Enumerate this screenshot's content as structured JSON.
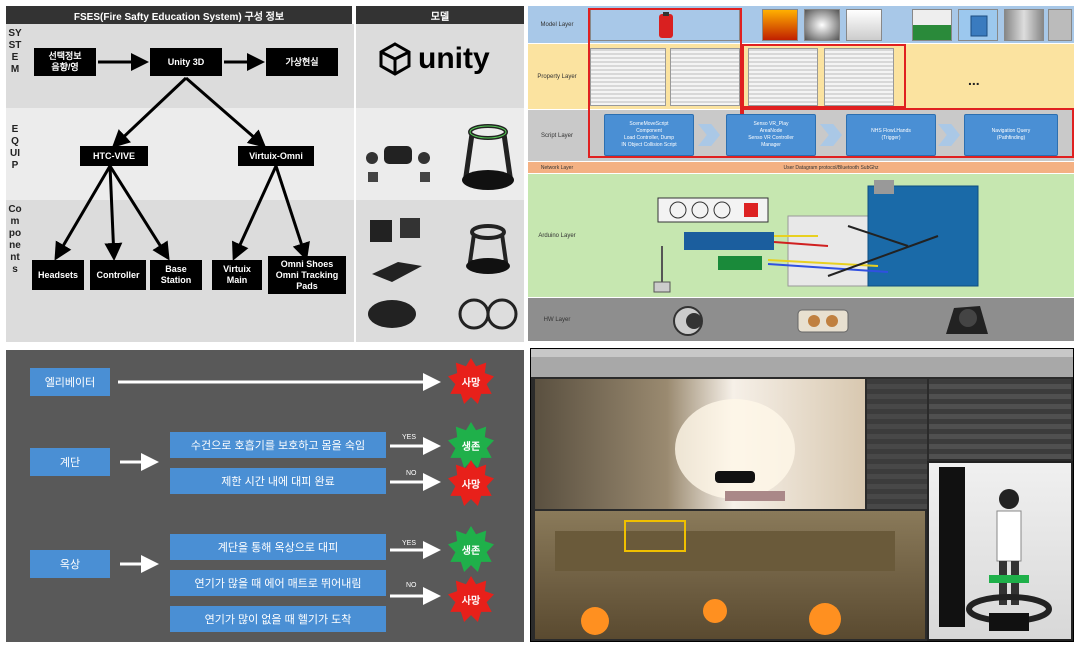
{
  "system_panel": {
    "header_left": "FSES(Fire Safty Education System) 구성 정보",
    "header_right": "모델",
    "row_labels": {
      "system": "SYSTEM",
      "equip": "EQUIP",
      "components": "Components"
    },
    "boxes": {
      "input": "선택정보\n음향/영",
      "unity": "Unity 3D",
      "vr": "가상현실",
      "htc": "HTC-VIVE",
      "virtuix": "Virtuix-Omni",
      "headsets": "Headsets",
      "controller": "Controller",
      "base": "Base\nStation",
      "virtuix_main": "Virtuix\nMain",
      "omni": "Omni Shoes\nOmni Tracking\nPads"
    },
    "unity_logo": "unity"
  },
  "layer_panel": {
    "layers": [
      "Model Layer",
      "Property Layer",
      "Script Layer",
      "Network Layer",
      "Arduino Layer",
      "HW Layer"
    ],
    "script_boxes": [
      "SceneMoveScript\nComponent\nLoad Controller, Dump\nIN Object Collision Script",
      "Senso VR_Play\nAreaNode\nSenso VR Controller\nManager",
      "NHS FlowLHands\n(Trigger)",
      "Navigation Query\n(Pathfinding)"
    ],
    "network_text": "User Datagram protocol/Bluetooth SubGhz",
    "ellipsis": "..."
  },
  "scenario_panel": {
    "elevator": "엘리베이터",
    "stairs": "계단",
    "roof": "옥상",
    "stairs_steps": [
      "수건으로 호흡기를 보호하고 몸을 숙임",
      "제한 시간 내에 대피 완료"
    ],
    "roof_steps": [
      "계단을 통해 옥상으로 대피",
      "연기가 많을 때 에어 매트로 뛰어내림",
      "연기가 많이 없을 때 헬기가 도착"
    ],
    "yes": "YES",
    "no": "NO",
    "death": "사망",
    "survive": "생존"
  },
  "colors": {
    "dark_bg": "#595959",
    "blue_box": "#4a8fd4",
    "death_red": "#e8201a",
    "survive_green": "#1fb04a",
    "layer_model": "#a8c8e8",
    "layer_property": "#fbe3a0",
    "layer_script": "#c9c9c9",
    "layer_network": "#f4b183",
    "layer_arduino": "#c6e7b0",
    "layer_hw": "#8e8e8e"
  }
}
